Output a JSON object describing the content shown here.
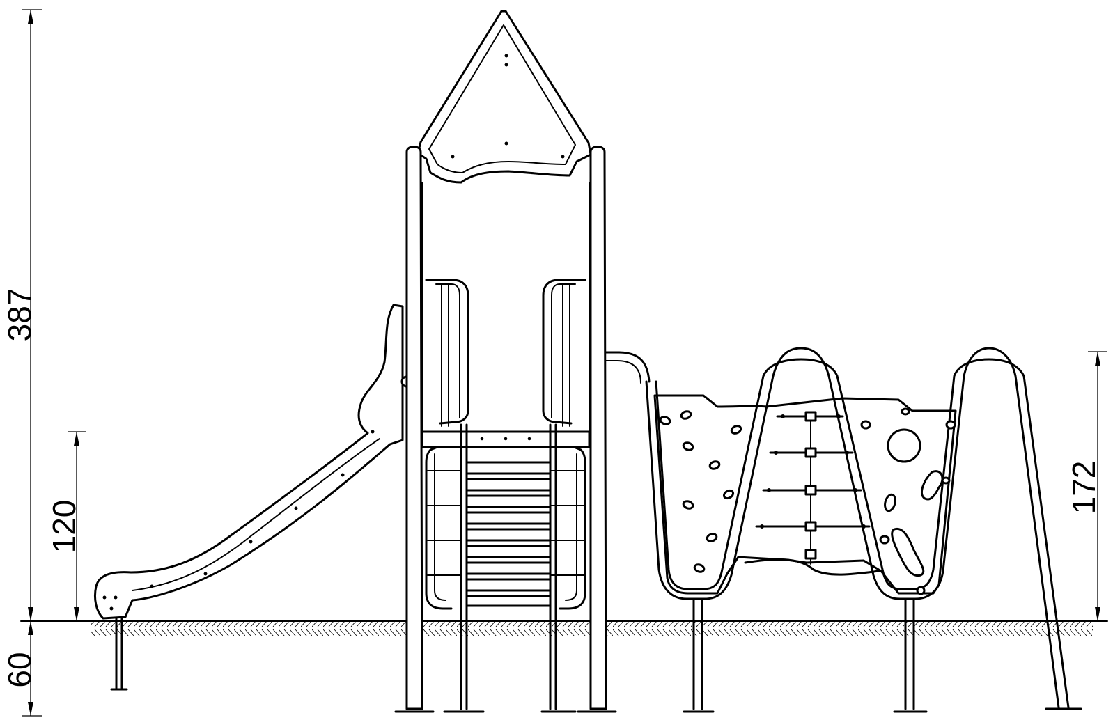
{
  "drawing": {
    "dimensions": {
      "total_height": "387",
      "foundation_depth": "60",
      "slide_platform_height": "120",
      "climbing_wall_height": "172"
    }
  }
}
